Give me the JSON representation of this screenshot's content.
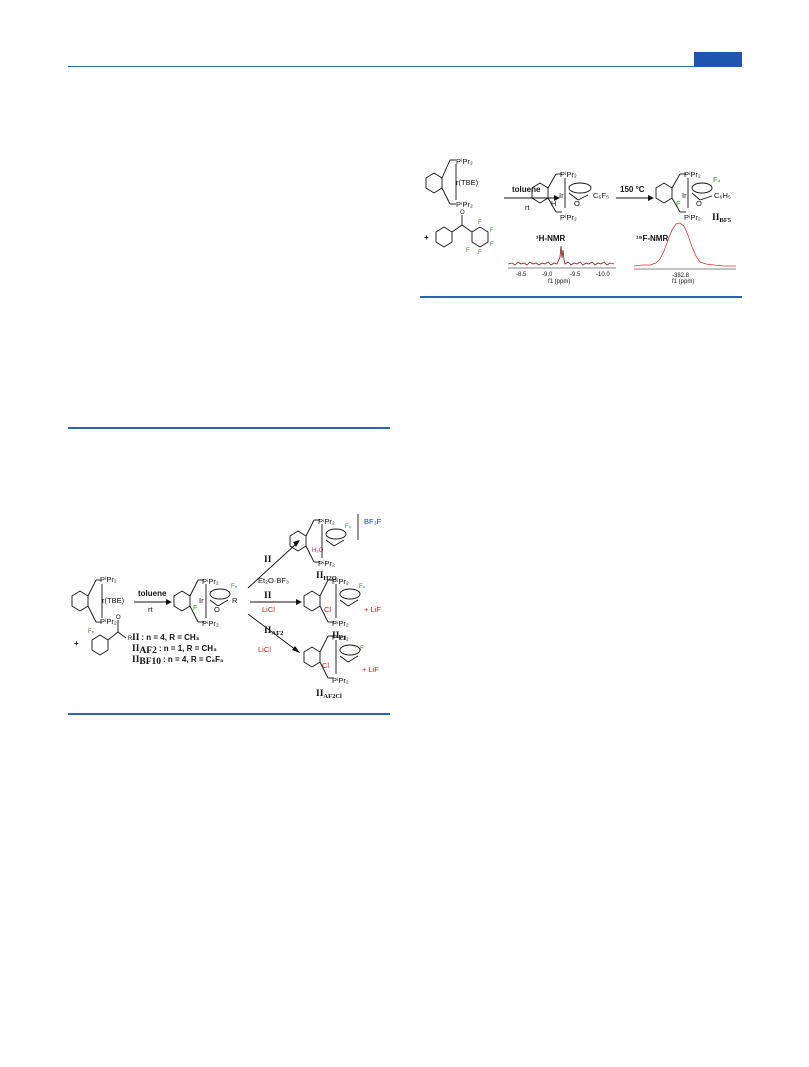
{
  "header": {
    "accent_color": "#1f57b0"
  },
  "scheme_top": {
    "start_complex_label": "r(TBE)",
    "ligand_P_upper": "PⁱPr₂",
    "ligand_P_lower": "PⁱPr₂",
    "arrow1_top": "toluene",
    "arrow1_bottom": "rt",
    "plus": "+",
    "ketone_F": "F",
    "intermediate_H": "H",
    "intermediate_O": "O",
    "intermediate_Ir": "Ir",
    "intermediate_R": "C₆F₅",
    "arrow2_top": "150 °C",
    "product_F4": "F₄",
    "product_R": "C₆H₅",
    "product_F": "F",
    "product_label": "II",
    "product_label_sub": "BF5",
    "nmr1_title": "¹H-NMR",
    "nmr1_ticks": [
      "-8.5",
      "-9.0",
      "-9.5",
      "-10.0"
    ],
    "nmr1_axis": "f1 (ppm)",
    "nmr2_title": "¹⁹F-NMR",
    "nmr2_tick": "-382.8",
    "nmr2_axis": "f1 (ppm)"
  },
  "scheme_bottom": {
    "start_complex_label": "r(TBE)",
    "ligand_P": "PⁱPr₂",
    "reagent_Fn": "Fₙ",
    "reagent_R": "R",
    "plus": "+",
    "arrow_top": "toluene",
    "arrow_bottom": "rt",
    "center_Fn": "Fₙ",
    "center_R": "R",
    "center_F": "F",
    "center_O": "O",
    "center_Ir": "Ir",
    "def1_label": "II",
    "def1_text": ": n = 4, R = CH₃",
    "def2_label": "II",
    "def2_sub": "AF2",
    "def2_text": ": n = 1, R = CH₃",
    "def3_label": "II",
    "def3_sub": "BF10",
    "def3_text": ": n = 4, R = C₆F₅",
    "branch1_top": "II",
    "branch1_bottom": "Et₂O·BF₃",
    "branch2_top": "II",
    "branch2_bottom": "LiCl",
    "branch3_top": "II",
    "branch3_top_sub": "AF2",
    "branch3_bottom": "LiCl",
    "p1_anion": "BF₃F",
    "p1_F4": "F₄",
    "p1_H2O": "H₂O",
    "p1_label": "II",
    "p1_sub": "H2O",
    "p2_F4": "F₄",
    "p2_Cl": "Cl",
    "p2_plus": "+ LiF",
    "p2_label": "II",
    "p2_sub": "Cl",
    "p3_F": "F",
    "p3_Cl": "Cl",
    "p3_plus": "+ LiF",
    "p3_label": "II",
    "p3_sub": "AF2Cl"
  }
}
